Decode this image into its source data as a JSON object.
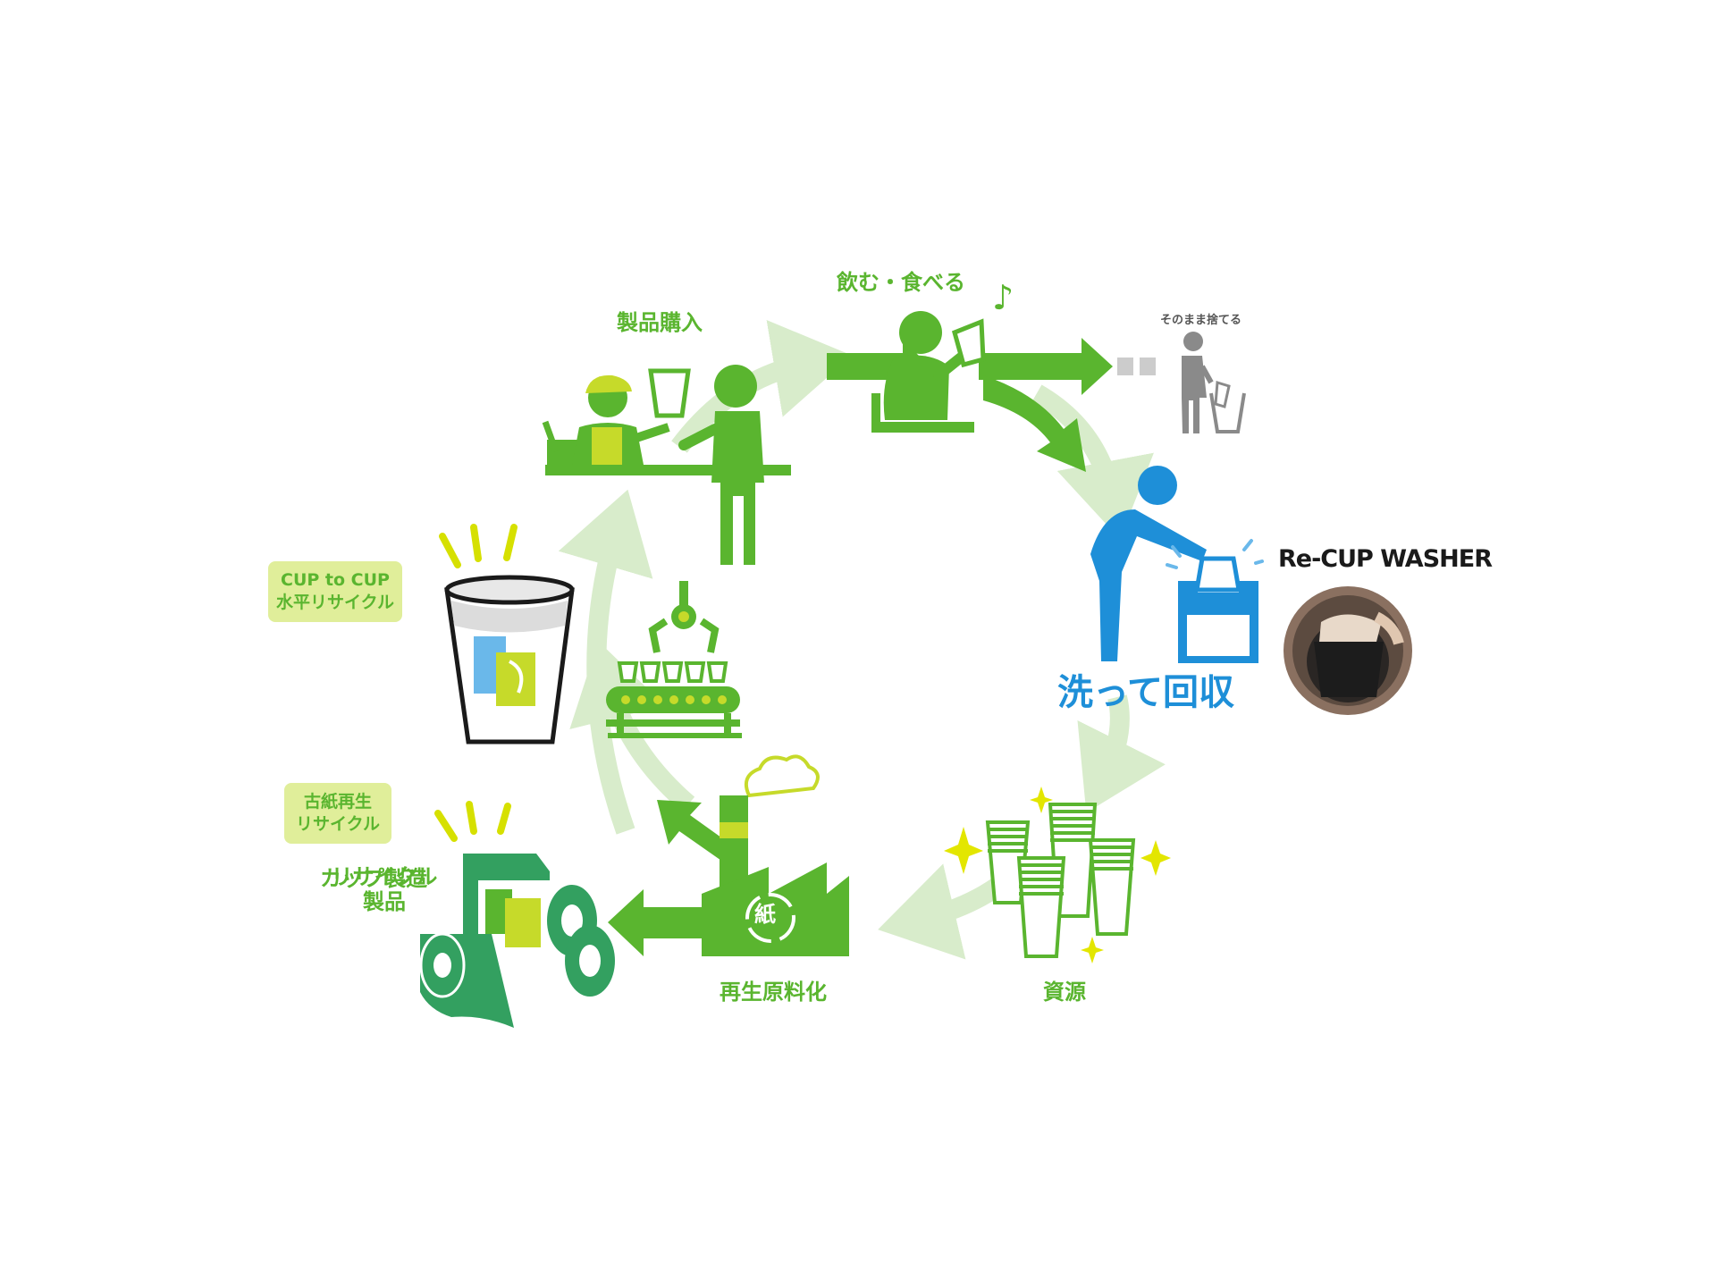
{
  "steps": {
    "purchase": "製品購入",
    "drink_eat": "飲む・食べる",
    "discard": "そのまま捨てる",
    "wash_collect": "洗って回収",
    "washer_name": "Re-CUP WASHER",
    "resource": "資源",
    "recycle_material": "再生原料化",
    "recycle_products": [
      "リサイクル",
      "製品"
    ],
    "paper_badge": [
      "古紙再生",
      "リサイクル"
    ],
    "cup_manufacture": "カップ製造",
    "cup_badge": [
      "CUP to CUP",
      "水平リサイクル"
    ],
    "paper_char": "紙"
  },
  "icons": {
    "music_note": "♪"
  },
  "colors": {
    "green": "#5ab52f",
    "light_green": "#d8eccb",
    "lime": "#c6da2a",
    "blue": "#1e8fd8",
    "gray": "#8a8a8a",
    "dark_green": "#33a060",
    "badge_bg": "#e0ee9a"
  }
}
